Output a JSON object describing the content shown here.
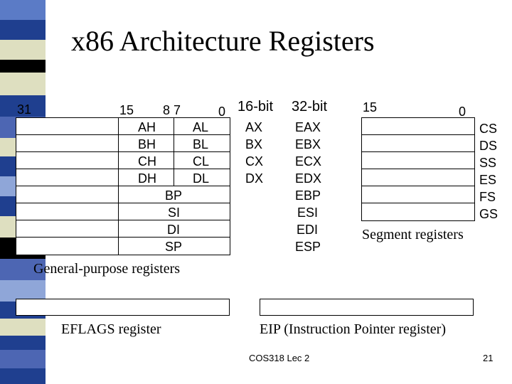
{
  "title": "x86 Architecture Registers",
  "bit_labels": {
    "b31": "31",
    "b15": "15",
    "b87": "8 7",
    "b0": "0",
    "seg15": "15",
    "seg0": "0"
  },
  "col_headers": {
    "h16": "16-bit",
    "h32": "32-bit"
  },
  "gp_high": [
    "AH",
    "BH",
    "CH",
    "DH"
  ],
  "gp_low": [
    "AL",
    "BL",
    "CL",
    "DL"
  ],
  "gp_full": [
    "BP",
    "SI",
    "DI",
    "SP"
  ],
  "regs16": [
    "AX",
    "BX",
    "CX",
    "DX"
  ],
  "regs32": [
    "EAX",
    "EBX",
    "ECX",
    "EDX",
    "EBP",
    "ESI",
    "EDI",
    "ESP"
  ],
  "segment_regs": [
    "CS",
    "DS",
    "SS",
    "ES",
    "FS",
    "GS"
  ],
  "captions": {
    "general": "General-purpose registers",
    "segment": "Segment registers",
    "eflags": "EFLAGS register",
    "eip": "EIP (Instruction Pointer register)"
  },
  "footer": {
    "course": "COS318 Lec 2",
    "page": "21"
  },
  "colors": {
    "strip_blue": "#1f3f8f",
    "strip_light": "#8fa6d8",
    "strip_cream": "#dedfc0",
    "strip_black": "#000000",
    "strip_mid": "#4d66b3"
  }
}
